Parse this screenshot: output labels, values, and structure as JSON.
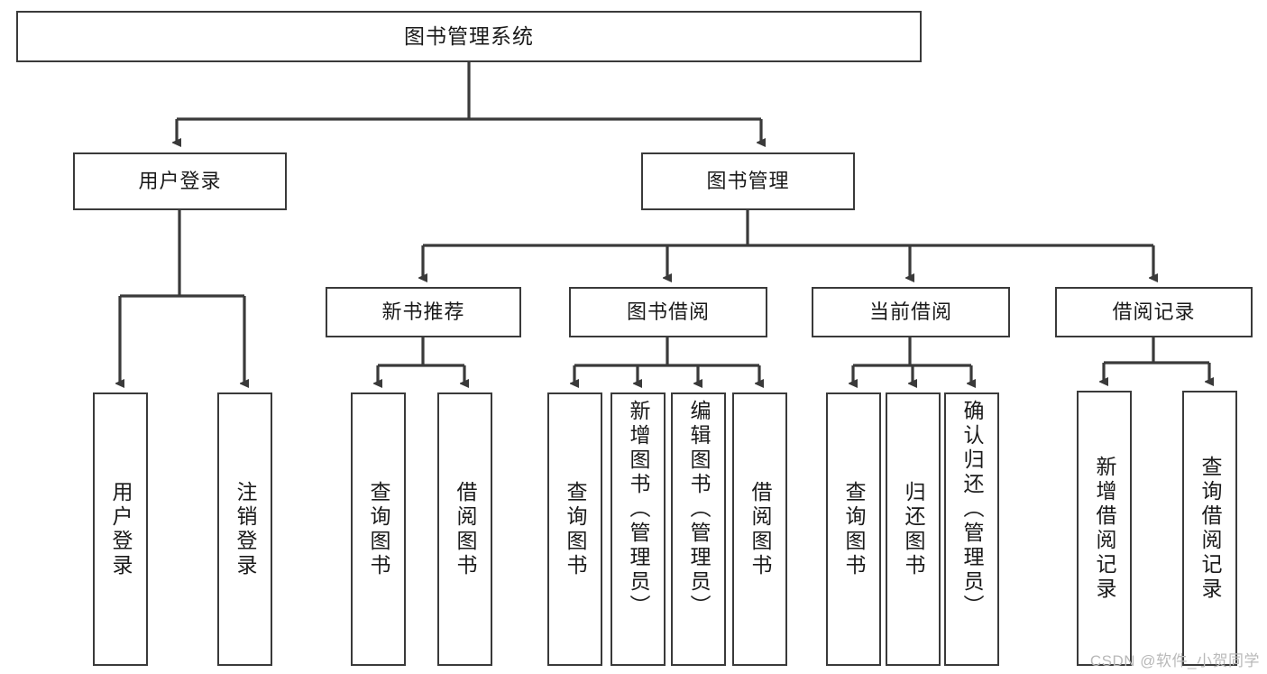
{
  "diagram": {
    "title": "图书管理系统",
    "type": "hierarchy-tree",
    "watermark": "CSDN @软件_小贺同学",
    "colors": {
      "box_border": "#3a3a3a",
      "box_fill": "#ffffff",
      "connector": "#3a3a3a",
      "text": "#1a1a1a",
      "watermark": "#b9b9b9",
      "background": "#ffffff"
    },
    "levels": [
      {
        "level": 1,
        "nodes": [
          {
            "id": "root",
            "label": "图书管理系统",
            "orientation": "horizontal"
          }
        ]
      },
      {
        "level": 2,
        "nodes": [
          {
            "id": "user-login",
            "label": "用户登录",
            "orientation": "horizontal",
            "parent": "root"
          },
          {
            "id": "book-manage",
            "label": "图书管理",
            "orientation": "horizontal",
            "parent": "root"
          }
        ]
      },
      {
        "level": 3,
        "nodes": [
          {
            "id": "new-book-recommend",
            "label": "新书推荐",
            "orientation": "horizontal",
            "parent": "book-manage"
          },
          {
            "id": "book-borrow",
            "label": "图书借阅",
            "orientation": "horizontal",
            "parent": "book-manage"
          },
          {
            "id": "current-borrow",
            "label": "当前借阅",
            "orientation": "horizontal",
            "parent": "book-manage"
          },
          {
            "id": "borrow-record",
            "label": "借阅记录",
            "orientation": "horizontal",
            "parent": "book-manage"
          }
        ]
      },
      {
        "level": 4,
        "nodes": [
          {
            "id": "leaf-user-login",
            "label": "用户登录",
            "orientation": "vertical",
            "parent": "user-login"
          },
          {
            "id": "leaf-user-logout",
            "label": "注销登录",
            "orientation": "vertical",
            "parent": "user-login"
          },
          {
            "id": "leaf-query-book-1",
            "label": "查询图书",
            "orientation": "vertical",
            "parent": "new-book-recommend"
          },
          {
            "id": "leaf-borrow-book-1",
            "label": "借阅图书",
            "orientation": "vertical",
            "parent": "new-book-recommend"
          },
          {
            "id": "leaf-query-book-2",
            "label": "查询图书",
            "orientation": "vertical",
            "parent": "book-borrow"
          },
          {
            "id": "leaf-add-book",
            "label": "新增图书（管理员）",
            "orientation": "vertical",
            "parent": "book-borrow"
          },
          {
            "id": "leaf-edit-book",
            "label": "编辑图书（管理员）",
            "orientation": "vertical",
            "parent": "book-borrow"
          },
          {
            "id": "leaf-borrow-book-2",
            "label": "借阅图书",
            "orientation": "vertical",
            "parent": "book-borrow"
          },
          {
            "id": "leaf-query-book-3",
            "label": "查询图书",
            "orientation": "vertical",
            "parent": "current-borrow"
          },
          {
            "id": "leaf-return-book",
            "label": "归还图书",
            "orientation": "vertical",
            "parent": "current-borrow"
          },
          {
            "id": "leaf-confirm-return",
            "label": "确认归还（管理员）",
            "orientation": "vertical",
            "parent": "current-borrow"
          },
          {
            "id": "leaf-add-record",
            "label": "新增借阅记录",
            "orientation": "vertical",
            "parent": "borrow-record"
          },
          {
            "id": "leaf-query-record",
            "label": "查询借阅记录",
            "orientation": "vertical",
            "parent": "borrow-record"
          }
        ]
      }
    ]
  }
}
